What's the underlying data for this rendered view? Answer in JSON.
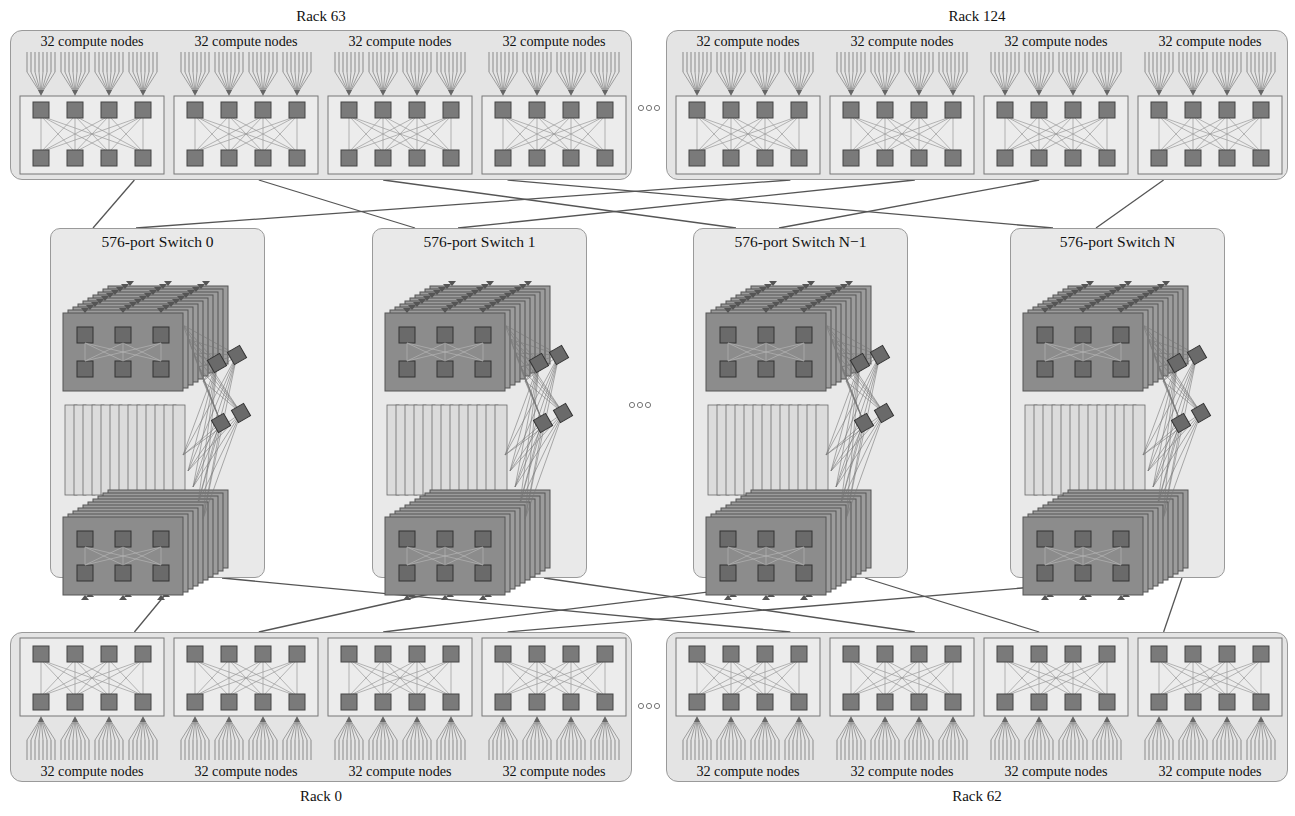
{
  "diagram": {
    "nodes": [
      {
        "text": [
          "Rack 63"
        ]
      },
      {
        "text": [
          "32 compute nodes"
        ],
        "in": 0
      },
      {
        "text": [
          "32 compute nodes"
        ],
        "in": 0
      },
      {
        "text": [
          "32 compute nodes"
        ],
        "in": 0
      },
      {
        "text": [
          "32 compute nodes"
        ],
        "in": 0
      },
      {
        "text": [
          "Rack 124"
        ]
      },
      {
        "text": [
          "32 compute nodes"
        ],
        "in": 5
      },
      {
        "text": [
          "32 compute nodes"
        ],
        "in": 5
      },
      {
        "text": [
          "32 compute nodes"
        ],
        "in": 5
      },
      {
        "text": [
          "32 compute nodes"
        ],
        "in": 5
      },
      {
        "text": [
          "576-port Switch 0"
        ]
      },
      {
        "text": [
          "576-port Switch 1"
        ]
      },
      {
        "text": [
          "576-port Switch N−1"
        ]
      },
      {
        "text": [
          "576-port Switch N"
        ]
      },
      {
        "text": [
          "Rack 0"
        ]
      },
      {
        "text": [
          "32 compute nodes"
        ],
        "in": 14
      },
      {
        "text": [
          "32 compute nodes"
        ],
        "in": 14
      },
      {
        "text": [
          "32 compute nodes"
        ],
        "in": 14
      },
      {
        "text": [
          "32 compute nodes"
        ],
        "in": 14
      },
      {
        "text": [
          "Rack 62"
        ]
      },
      {
        "text": [
          "32 compute nodes"
        ],
        "in": 19
      },
      {
        "text": [
          "32 compute nodes"
        ],
        "in": 19
      },
      {
        "text": [
          "32 compute nodes"
        ],
        "in": 19
      },
      {
        "text": [
          "32 compute nodes"
        ],
        "in": 19
      }
    ],
    "edges": [
      {
        "from": 0,
        "to": 10,
        "arrow": "none"
      },
      {
        "from": 0,
        "to": 11,
        "arrow": "none"
      },
      {
        "from": 0,
        "to": 12,
        "arrow": "none"
      },
      {
        "from": 0,
        "to": 13,
        "arrow": "none"
      },
      {
        "from": 5,
        "to": 10,
        "arrow": "none"
      },
      {
        "from": 5,
        "to": 11,
        "arrow": "none"
      },
      {
        "from": 5,
        "to": 12,
        "arrow": "none"
      },
      {
        "from": 5,
        "to": 13,
        "arrow": "none"
      },
      {
        "from": 14,
        "to": 10,
        "arrow": "none"
      },
      {
        "from": 14,
        "to": 11,
        "arrow": "none"
      },
      {
        "from": 14,
        "to": 12,
        "arrow": "none"
      },
      {
        "from": 14,
        "to": 13,
        "arrow": "none"
      },
      {
        "from": 19,
        "to": 10,
        "arrow": "none"
      },
      {
        "from": 19,
        "to": 11,
        "arrow": "none"
      },
      {
        "from": 19,
        "to": 12,
        "arrow": "none"
      },
      {
        "from": 19,
        "to": 13,
        "arrow": "none"
      }
    ]
  }
}
